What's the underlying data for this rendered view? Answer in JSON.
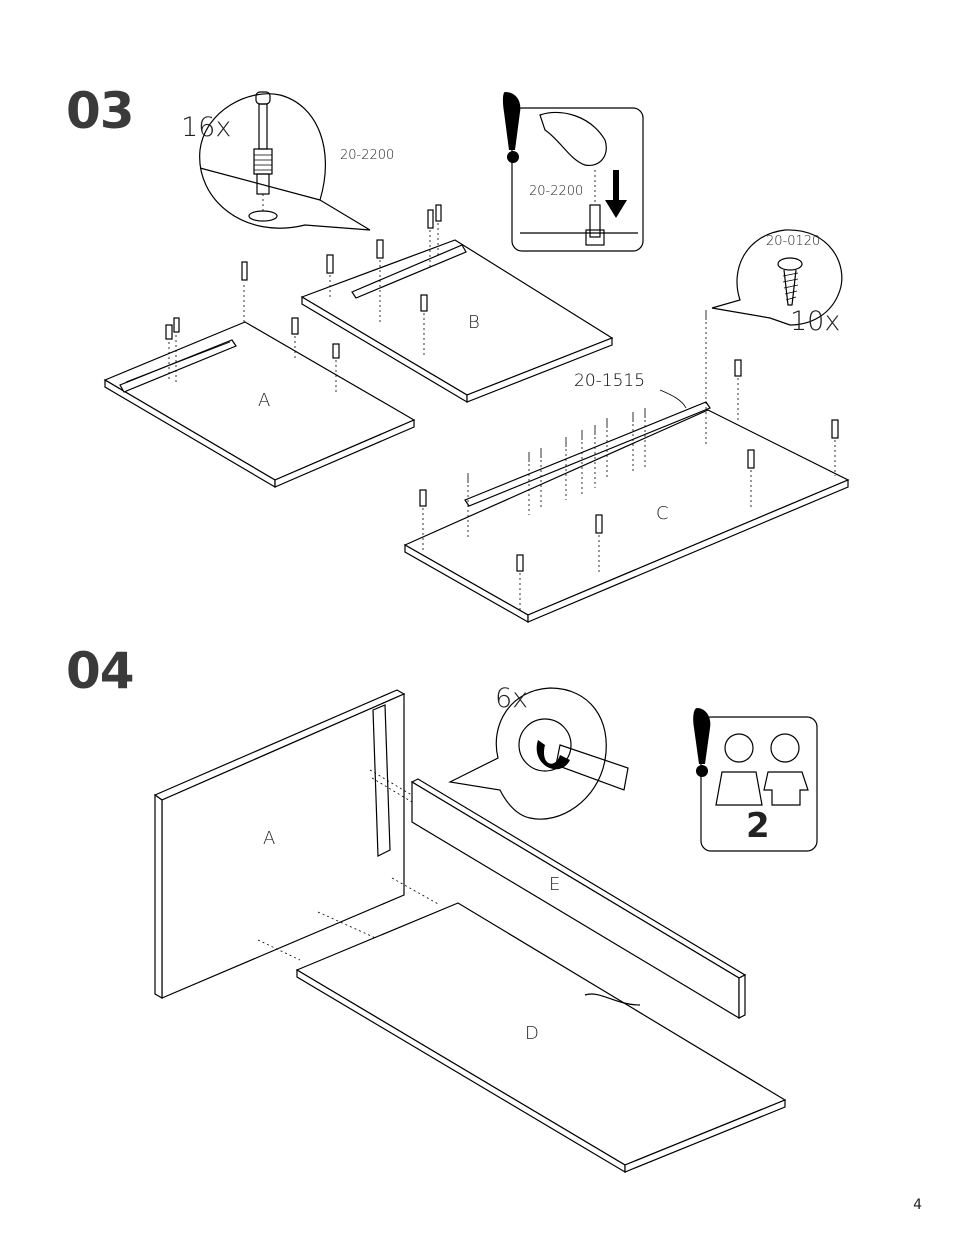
{
  "page_number": "4",
  "steps": [
    {
      "number": "03",
      "callouts": {
        "dowel_qty": "16x",
        "dowel_code": "20-2200",
        "warning_code": "20-2200",
        "screw_code": "20-0120",
        "screw_qty": "10x",
        "rail_code": "20-1515"
      },
      "parts": [
        "A",
        "B",
        "C"
      ]
    },
    {
      "number": "04",
      "callouts": {
        "cam_qty": "6x",
        "persons": "2"
      },
      "parts": [
        "A",
        "E",
        "D"
      ]
    }
  ]
}
